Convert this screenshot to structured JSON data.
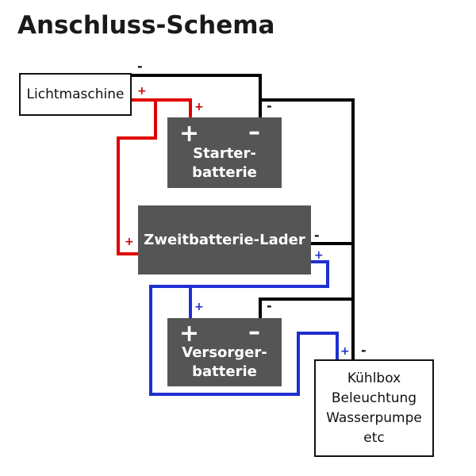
{
  "title": "Anschluss-Schema",
  "components": {
    "lichtmaschine": "Lichtmaschine",
    "starter_battery": {
      "line1": "Starter-",
      "line2": "batterie"
    },
    "lader": "Zweitbatterie-Lader",
    "versorger_battery": {
      "line1": "Versorger-",
      "line2": "batterie"
    },
    "loads": [
      "Kühlbox",
      "Beleuchtung",
      "Wasserpumpe",
      "etc"
    ]
  },
  "symbols": {
    "plus": "+",
    "minus": "-",
    "battery_plus": "+",
    "battery_minus": "–"
  },
  "colors": {
    "positive_wire": "#e00000",
    "negative_wire": "#000000",
    "charged_wire": "#1f2fd0",
    "component_fill": "#555555"
  }
}
